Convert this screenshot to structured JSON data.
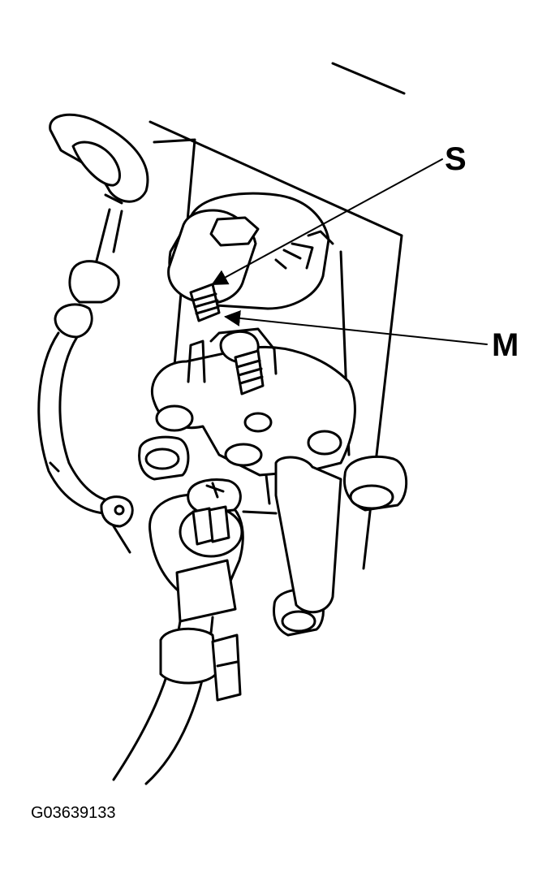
{
  "callouts": {
    "s": "S",
    "m": "M"
  },
  "figure_id": "G03639133"
}
